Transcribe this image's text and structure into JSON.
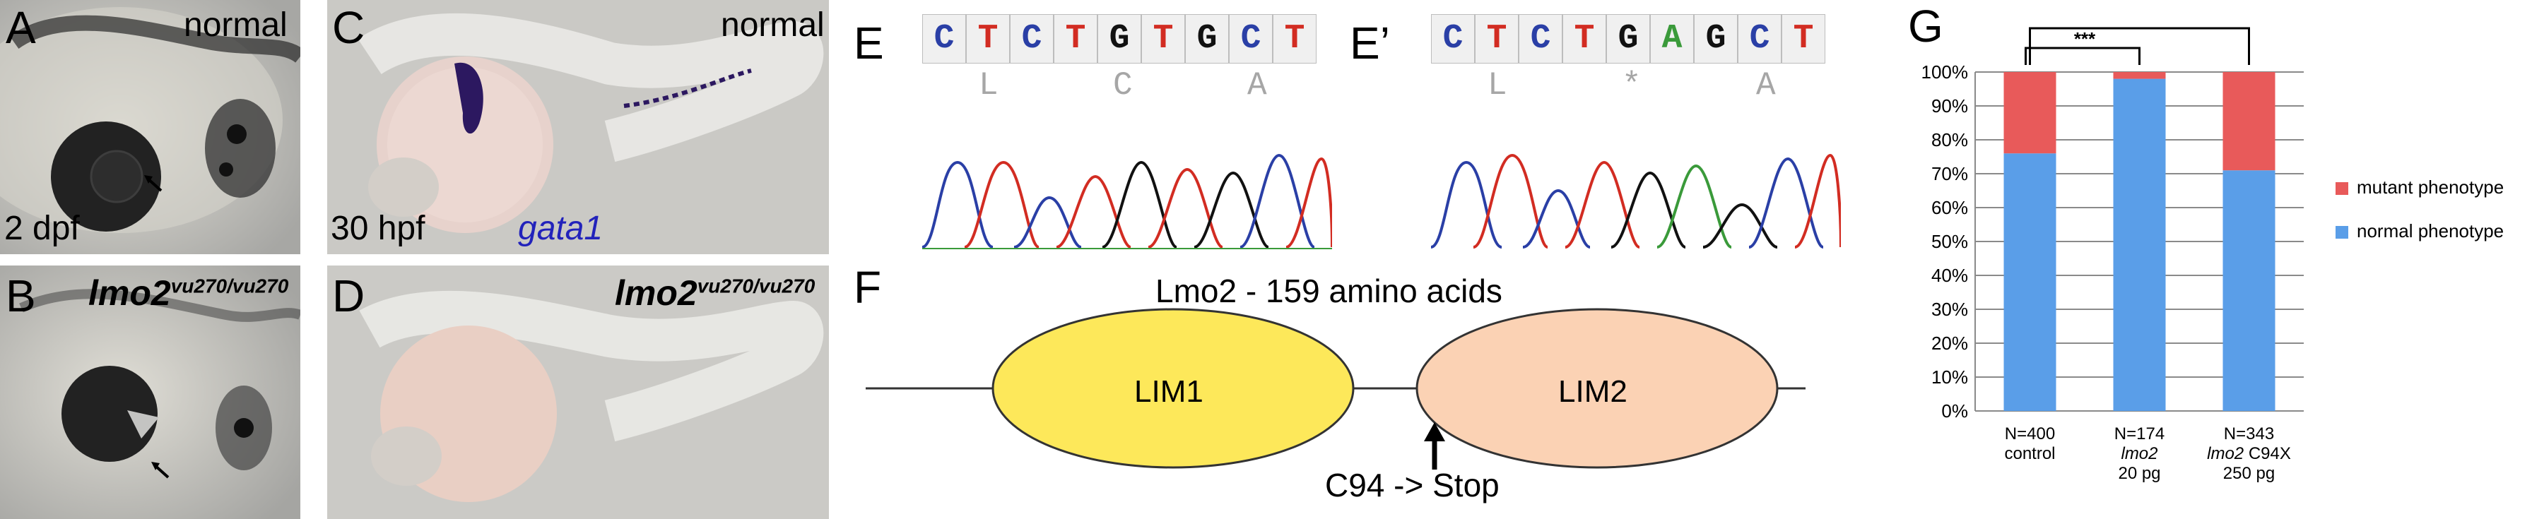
{
  "panels": {
    "A": {
      "letter": "A",
      "tag": "normal",
      "stage": "2 dpf"
    },
    "B": {
      "letter": "B",
      "genotype": "lmo2",
      "superscript": "vu270/vu270"
    },
    "C": {
      "letter": "C",
      "tag": "normal",
      "stage": "30 hpf",
      "probe": "gata1"
    },
    "D": {
      "letter": "D",
      "genotype": "lmo2",
      "superscript": "vu270/vu270"
    },
    "E": {
      "letter": "E",
      "bases": [
        "C",
        "T",
        "C",
        "T",
        "G",
        "T",
        "G",
        "C",
        "T"
      ],
      "aa": [
        "L",
        "C",
        "A"
      ]
    },
    "E2": {
      "letter": "E’",
      "bases": [
        "C",
        "T",
        "C",
        "T",
        "G",
        "A",
        "G",
        "C",
        "T"
      ],
      "aa": [
        "L",
        "*",
        "A"
      ]
    },
    "F": {
      "letter": "F",
      "title": "Lmo2 - 159 amino acids",
      "domain1": "LIM1",
      "domain2": "LIM2",
      "mutation": "C94 -> Stop"
    },
    "G": {
      "letter": "G",
      "significance": "***"
    }
  },
  "colors": {
    "C": "#2a3fa6",
    "T": "#d22c22",
    "G": "#111111",
    "A": "#3a9a3a",
    "domain1": "#fde85a",
    "domain2": "#fbd2b4",
    "mutant": "#e85a5a",
    "normal": "#5a9ee8",
    "probe": "#2222bb"
  },
  "chart_data": {
    "type": "bar",
    "stacked": true,
    "percent": true,
    "categories": [
      {
        "n": "N=400",
        "line2": "control",
        "line3": ""
      },
      {
        "n": "N=174",
        "line2": "lmo2",
        "line3": "20 pg"
      },
      {
        "n": "N=343",
        "line2": "lmo2 C94X",
        "line3": "250 pg"
      }
    ],
    "series": [
      {
        "name": "normal phenotype",
        "values": [
          76,
          98,
          71
        ]
      },
      {
        "name": "mutant phenotype",
        "values": [
          24,
          2,
          29
        ]
      }
    ],
    "ylim": [
      0,
      100
    ],
    "yticks": [
      "0%",
      "10%",
      "20%",
      "30%",
      "40%",
      "50%",
      "60%",
      "70%",
      "80%",
      "90%",
      "100%"
    ],
    "grid": true,
    "legend": "right"
  }
}
